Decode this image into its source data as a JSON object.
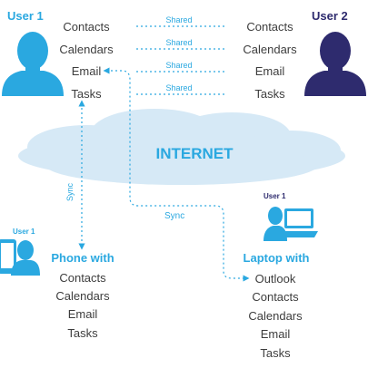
{
  "user1": {
    "title": "User 1",
    "items": [
      "Contacts",
      "Calendars",
      "Email",
      "Tasks"
    ]
  },
  "user2": {
    "title": "User 2",
    "items": [
      "Contacts",
      "Calendars",
      "Email",
      "Tasks"
    ]
  },
  "shared_labels": [
    "Shared",
    "Shared",
    "Shared",
    "Shared"
  ],
  "cloud_label": "INTERNET",
  "sync_labels": {
    "vertical": "Sync",
    "horizontal": "Sync"
  },
  "phone": {
    "owner": "User 1",
    "title": "Phone with",
    "items": [
      "Contacts",
      "Calendars",
      "Email",
      "Tasks"
    ]
  },
  "laptop": {
    "owner": "User 1",
    "title": "Laptop with",
    "items": [
      "Outlook",
      "Contacts",
      "Calendars",
      "Email",
      "Tasks"
    ]
  },
  "colors": {
    "accent_blue": "#2aa8e0",
    "user2_navy": "#2e2b6e",
    "cloud": "#d6e9f6",
    "text": "#3d3d3d"
  },
  "icons": [
    "user1-person-icon",
    "user2-person-icon",
    "internet-cloud-icon",
    "phone-user-icon",
    "laptop-user-icon"
  ]
}
